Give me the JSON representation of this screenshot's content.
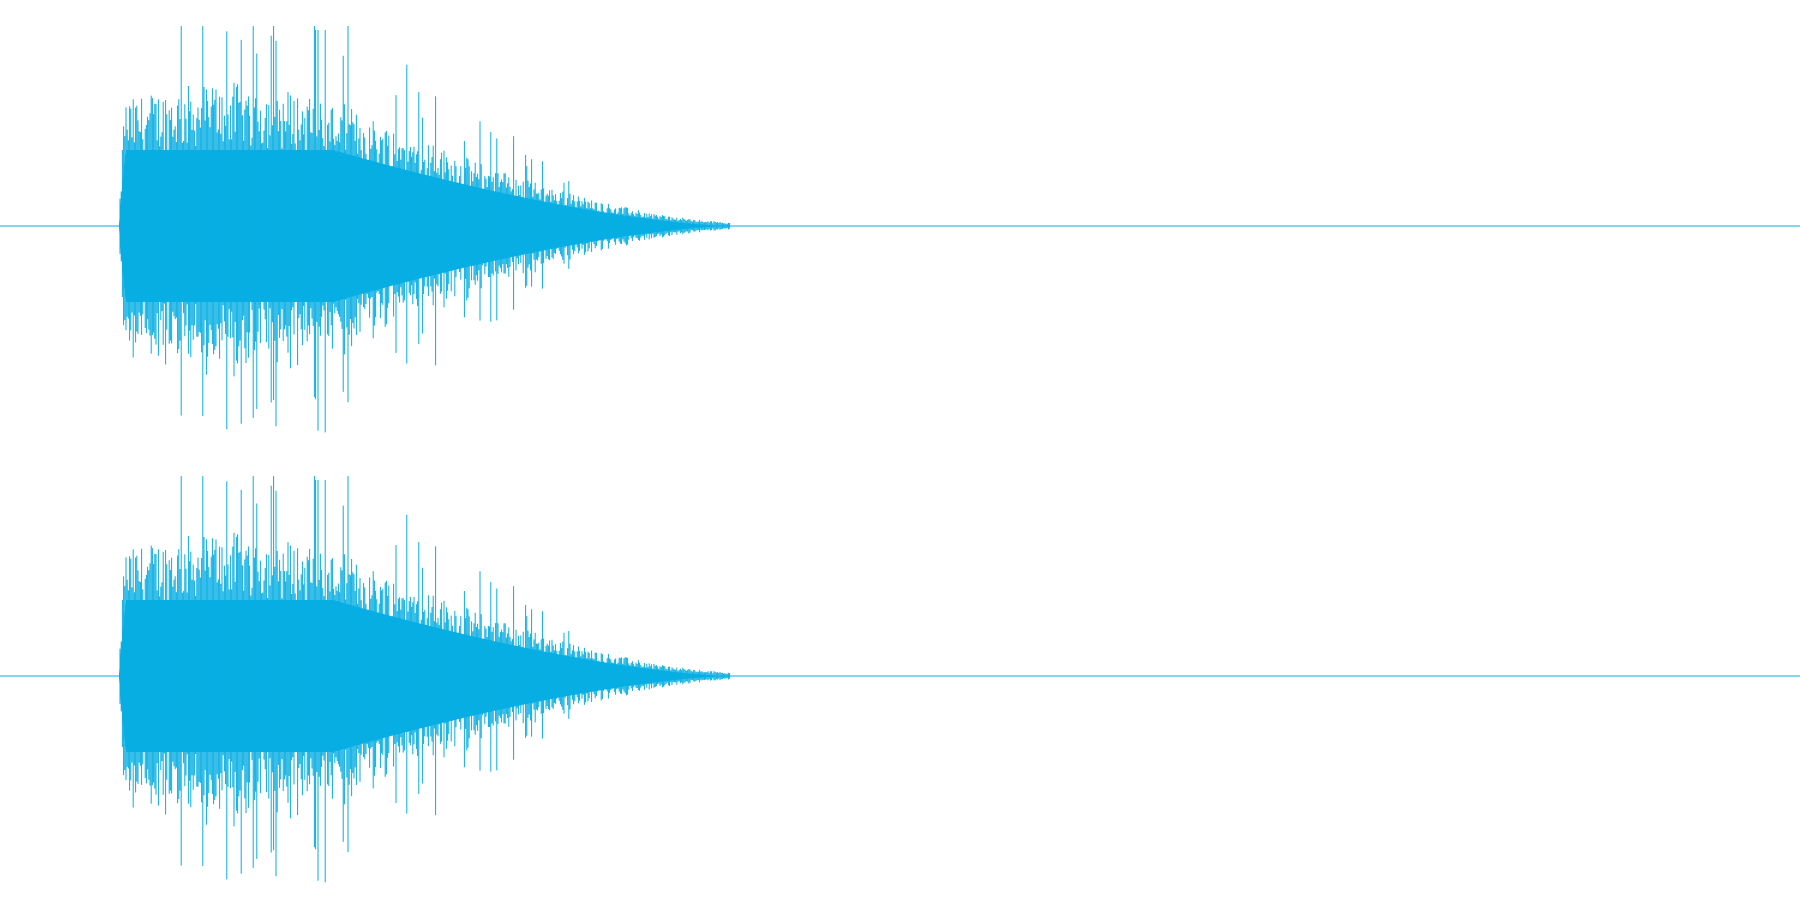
{
  "waveform": {
    "color": "#06aee3",
    "background": "#ffffff",
    "channels": [
      {
        "name": "channel-left"
      },
      {
        "name": "channel-right"
      }
    ],
    "sound": {
      "duration_fraction_of_view": 0.34,
      "start_fraction_of_view": 0.066,
      "attack_peak_fraction_of_sound": 0.33,
      "peak_amplitude": 1.0,
      "body_amplitude": 0.6
    }
  }
}
